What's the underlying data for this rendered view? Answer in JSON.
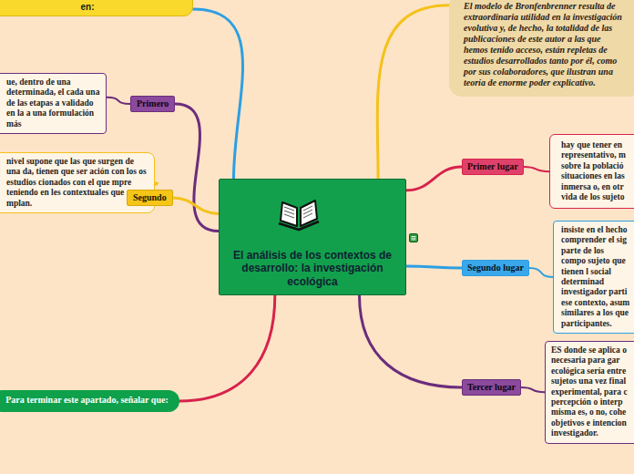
{
  "diagram": {
    "nodes": [
      {
        "text": [
          "en:"
        ]
      },
      {
        "text": [
          "El modelo de Bronfenbrenner resulta de extraordinaria utilidad en la investigación evolutiva y, de hecho, la totalidad de las publicaciones de este autor a las que hemos tenido acceso, están repletas de estudios desarrollados tanto por él, como por sus colaboradores, que ilustran una teoría de enorme poder explicativo."
        ]
      },
      {
        "text": [
          "ue, dentro de una determinada, el cada una de las etapas a validado en la a una formulación más"
        ]
      },
      {
        "text": [
          "Primero"
        ]
      },
      {
        "text": [
          "El análisis de los contextos de desarrollo: la investigación ecológica"
        ]
      },
      {
        "text": [
          "Primer lugar"
        ]
      },
      {
        "text": [
          "hay que tener en representativo, m sobre la població situaciones en las inmersa o, en otr vida de los sujeto"
        ]
      },
      {
        "text": [
          "nivel supone que las que surgen de una da, tienen que ser ación con los os estudios cionados con el que mpre teniendo en les contextuales que mplan."
        ]
      },
      {
        "text": [
          "Segundo"
        ]
      },
      {
        "text": [
          "Segundo lugar"
        ]
      },
      {
        "text": [
          "insiste en el hecho comprender el sig parte de los compo sujeto que tienen l social determinad investigador parti ese contexto, asum similares a los que participantes."
        ]
      },
      {
        "text": [
          "Tercer lugar"
        ]
      },
      {
        "text": [
          "ES donde se aplica o necesaria para gar ecológica sería entre sujetos una vez final experimental, para c percepción o interp misma es, o no, cohe objetivos e intencion investigador."
        ]
      },
      {
        "text": [
          "Para terminar este apartado, señalar que:"
        ]
      }
    ],
    "edges": [
      {
        "from": 4,
        "to": 0,
        "arrow": "none"
      },
      {
        "from": 4,
        "to": 3,
        "arrow": "none"
      },
      {
        "from": 3,
        "to": 2,
        "arrow": "none"
      },
      {
        "from": 4,
        "to": 8,
        "arrow": "none"
      },
      {
        "from": 8,
        "to": 7,
        "arrow": "none"
      },
      {
        "from": 4,
        "to": 13,
        "arrow": "none"
      },
      {
        "from": 4,
        "to": 1,
        "arrow": "none"
      },
      {
        "from": 4,
        "to": 5,
        "arrow": "none"
      },
      {
        "from": 5,
        "to": 6,
        "arrow": "none"
      },
      {
        "from": 4,
        "to": 9,
        "arrow": "none"
      },
      {
        "from": 9,
        "to": 10,
        "arrow": "none"
      },
      {
        "from": 4,
        "to": 11,
        "arrow": "none"
      },
      {
        "from": 11,
        "to": 12,
        "arrow": "none"
      }
    ]
  }
}
